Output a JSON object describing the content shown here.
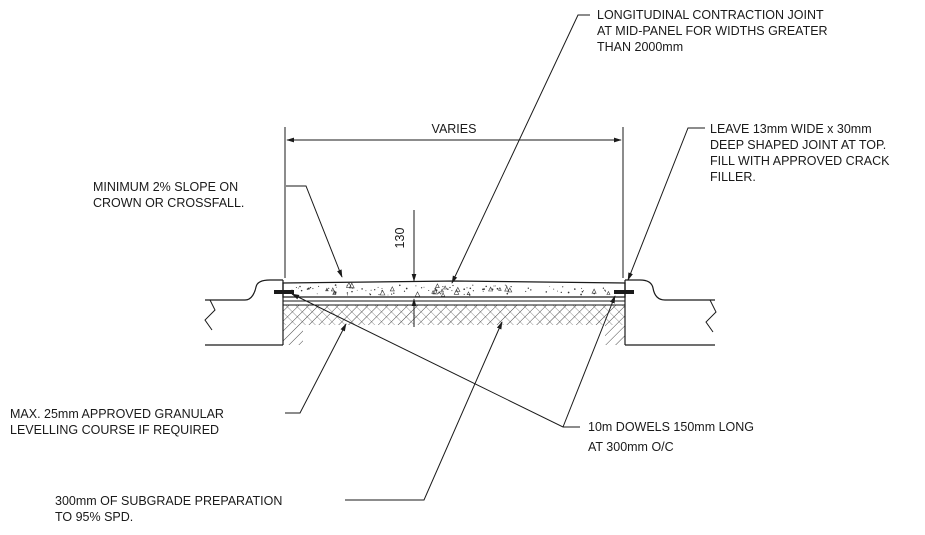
{
  "labels": {
    "contraction_joint": [
      "LONGITUDINAL CONTRACTION JOINT",
      "AT MID-PANEL FOR WIDTHS GREATER",
      "THAN 2000mm"
    ],
    "shaped_joint": [
      "LEAVE 13mm WIDE x 30mm",
      "DEEP SHAPED JOINT AT TOP.",
      "FILL WITH APPROVED CRACK",
      "FILLER."
    ],
    "slope": [
      "MINIMUM 2% SLOPE ON",
      "CROWN OR CROSSFALL."
    ],
    "varies": "VARIES",
    "thickness": "130",
    "granular": [
      "MAX. 25mm APPROVED GRANULAR",
      "LEVELLING COURSE IF REQUIRED"
    ],
    "dowels": [
      "10m DOWELS 150mm LONG",
      "AT 300mm O/C"
    ],
    "subgrade": [
      "300mm OF SUBGRADE PREPARATION",
      "TO 95% SPD."
    ]
  },
  "colors": {
    "line": "#1a1a1a",
    "background": "#ffffff"
  }
}
